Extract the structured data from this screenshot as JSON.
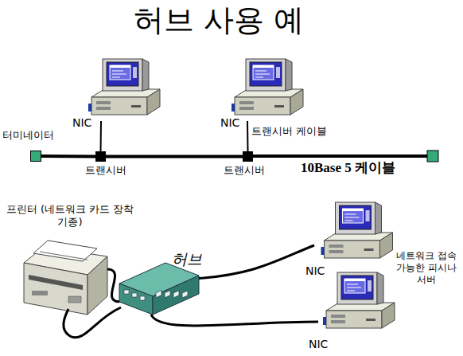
{
  "diagram": {
    "title": "허브 사용 예",
    "nodes": [
      {
        "text": [
          "터미네이터"
        ]
      },
      {
        "text": [
          "트랜시버"
        ]
      },
      {
        "text": [
          "트랜시버"
        ]
      },
      {
        "text": [
          "NIC"
        ]
      },
      {
        "text": [
          "NIC"
        ]
      },
      {
        "text": [
          "프린터 (네트워크 카드 장착기종)"
        ]
      },
      {
        "text": [
          "허브"
        ]
      },
      {
        "text": [
          "NIC"
        ]
      },
      {
        "text": [
          "NIC"
        ]
      }
    ],
    "edges": [
      {
        "from": 0,
        "to": 1,
        "arrow": "none"
      },
      {
        "from": 1,
        "to": 2,
        "arrow": "none"
      },
      {
        "from": 3,
        "to": 1,
        "arrow": "none"
      },
      {
        "from": 4,
        "to": 2,
        "arrow": "none",
        "label": "트랜시버 케이블"
      },
      {
        "from": 6,
        "to": 5,
        "arrow": "none"
      },
      {
        "from": 6,
        "to": 7,
        "arrow": "none"
      },
      {
        "from": 6,
        "to": 8,
        "arrow": "none"
      }
    ],
    "labels": [
      "10Base 5 케이블",
      "네트워크 접속 가능한 피시나 서버"
    ]
  }
}
